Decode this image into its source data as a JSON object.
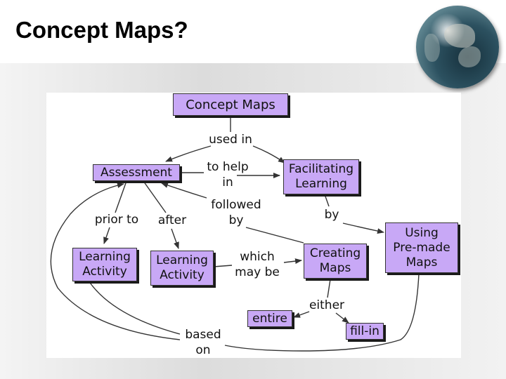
{
  "slide": {
    "title": "Concept Maps?"
  },
  "nodes": {
    "concept_maps": "Concept Maps",
    "assessment": "Assessment",
    "facilitating_learning": "Facilitating\nLearning",
    "using_premade_maps": "Using\nPre-made\nMaps",
    "learning_activity_1": "Learning\nActivity",
    "learning_activity_2": "Learning\nActivity",
    "creating_maps": "Creating\nMaps",
    "entire": "entire",
    "fill_in": "fill-in"
  },
  "links": {
    "used_in": "used in",
    "to_help_in": "to help\nin",
    "followed_by": "followed\nby",
    "by": "by",
    "prior_to": "prior to",
    "after": "after",
    "which_may_be": "which\nmay be",
    "either": "either",
    "based_on": "based\non"
  },
  "colors": {
    "node_fill": "#c8a8f6",
    "node_shadow": "#1a1a1a",
    "line": "#333333"
  }
}
